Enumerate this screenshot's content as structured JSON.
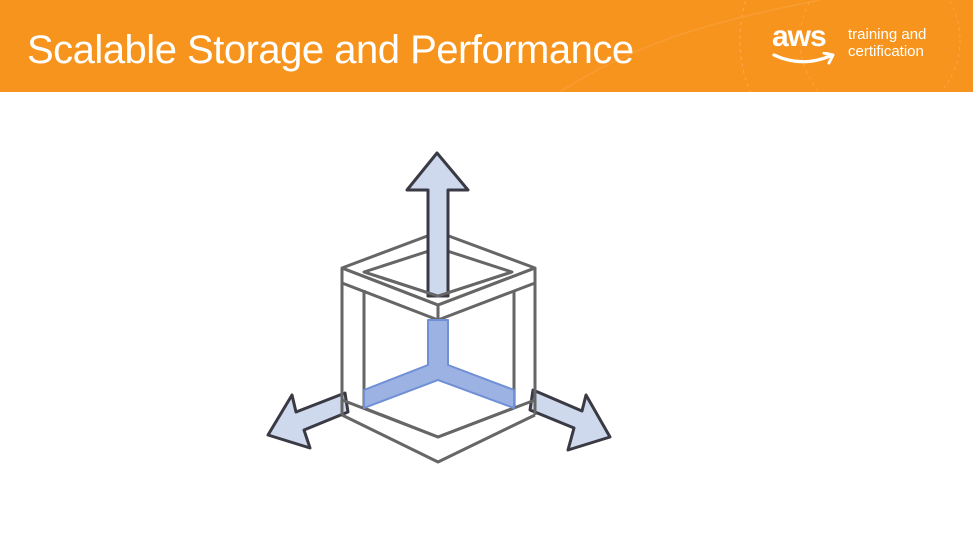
{
  "slide": {
    "title": "Scalable Storage and Performance"
  },
  "logo": {
    "word": "aws",
    "tagline_line1": "training and",
    "tagline_line2": "certification"
  },
  "colors": {
    "header_orange": "#f7941d",
    "arrow_fill": "#cfd9ee",
    "arrow_outline": "#3a3a44",
    "inner_blue": "#9cb2e2",
    "inner_blue_edge": "#6f8fd6",
    "cube_line": "#666666"
  },
  "icons": {
    "diagram": "scalable-cube-with-arrows-icon",
    "logo": "aws-smile-logo-icon"
  }
}
